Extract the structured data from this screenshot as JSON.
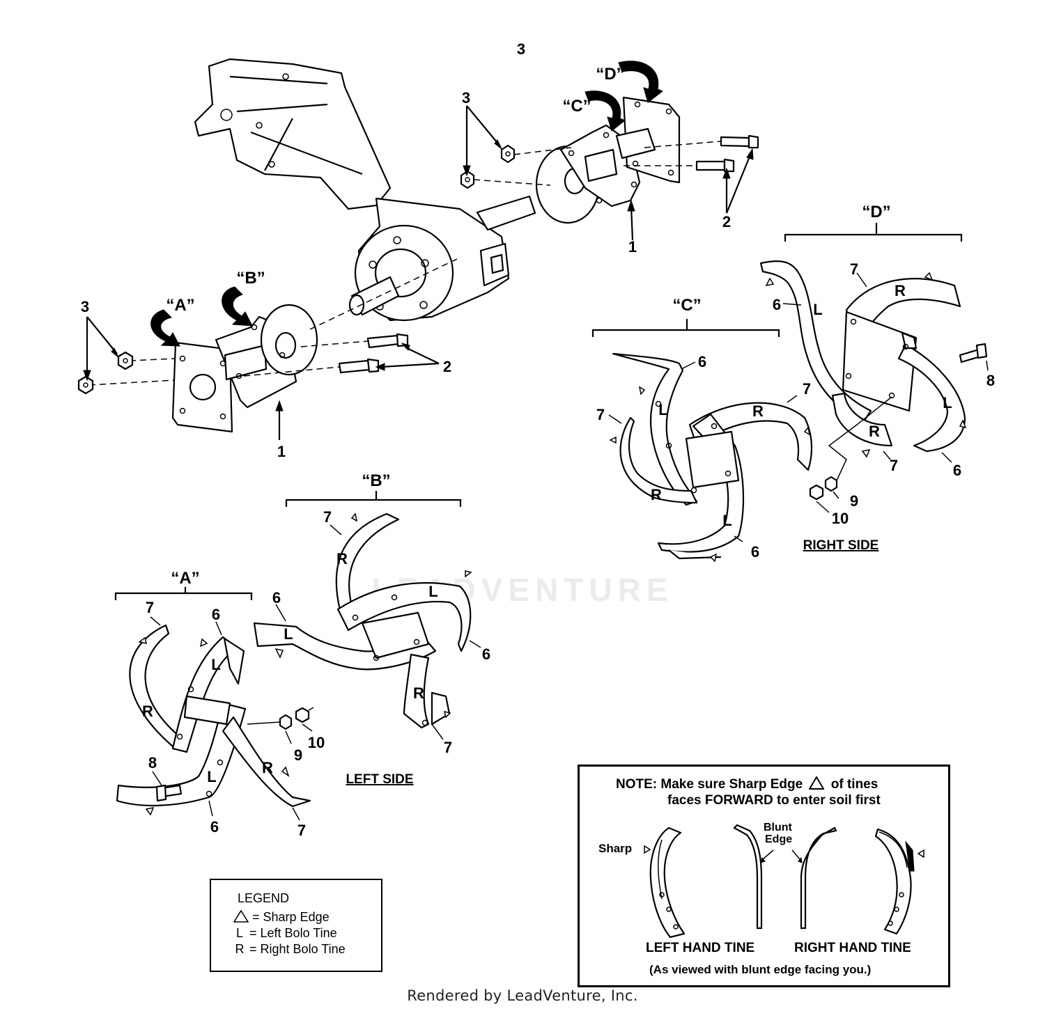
{
  "page_number": "3",
  "groups": {
    "A": "“A”",
    "B": "“B”",
    "C": "“C”",
    "D": "“D”"
  },
  "callouts": {
    "n1": "1",
    "n2": "2",
    "n3": "3",
    "n6": "6",
    "n7": "7",
    "n8": "8",
    "n9": "9",
    "n10": "10"
  },
  "sides": {
    "left": "LEFT SIDE",
    "right": "RIGHT SIDE"
  },
  "legend": {
    "title": "LEGEND",
    "sharp": "= Sharp Edge",
    "left_key": "L",
    "left_text": "= Left Bolo Tine",
    "right_key": "R",
    "right_text": "= Right Bolo Tine"
  },
  "tine_marks": {
    "left": "L",
    "right": "R"
  },
  "note": {
    "line1_prefix": "NOTE:  Make sure Sharp Edge",
    "line1_suffix": "of tines",
    "line2": "faces FORWARD to enter soil first",
    "sharp_label": "Sharp",
    "blunt_label_1": "Blunt",
    "blunt_label_2": "Edge",
    "left_hand": "LEFT HAND TINE",
    "right_hand": "RIGHT HAND TINE",
    "viewed": "(As viewed with blunt edge facing you.)"
  },
  "watermark": "LEADVENTURE",
  "credit": "Rendered by LeadVenture, Inc."
}
